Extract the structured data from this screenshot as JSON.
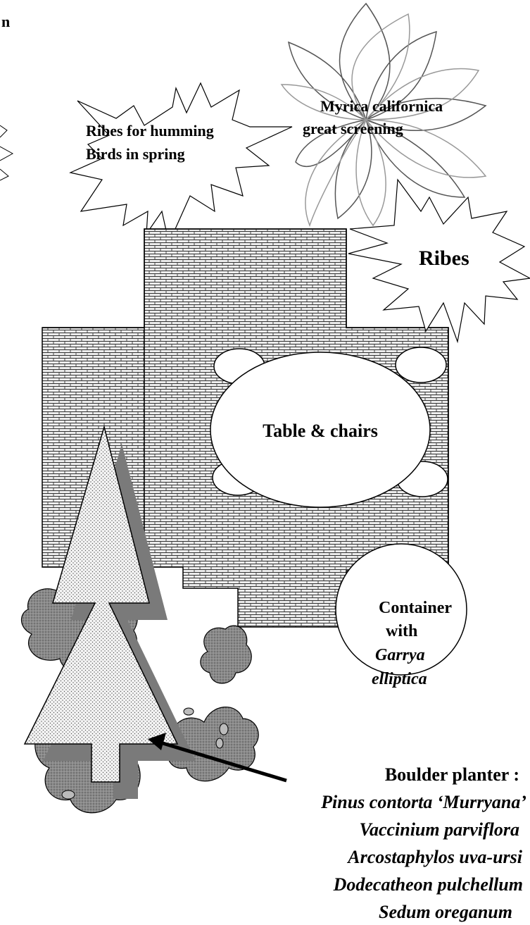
{
  "labels": {
    "corner_fragment": "n",
    "ribes_hummingbirds": [
      "Ribes for humming",
      "Birds in spring"
    ],
    "myrica": [
      "Myrica californica",
      "great screening"
    ],
    "ribes": "Ribes",
    "table": "Table & chairs",
    "container": [
      "Container",
      "with",
      "Garrya",
      "elliptica"
    ],
    "boulder_title": "Boulder planter :",
    "boulder_plants": [
      "Pinus contorta ‘Murryana’",
      "Vaccinium parviflora",
      "Arcostaphylos uva-ursi",
      "Dodecatheon pulchellum",
      "Sedum oreganum"
    ]
  },
  "colors": {
    "background": "#ffffff",
    "outline": "#000000",
    "brick_fill": "#ededed",
    "shrub_fill": "#8a8a8a",
    "tree_fill": "#f2f2f2",
    "tree_shadow": "#7a7a7a",
    "petal_outline": "#999999"
  },
  "icons": [
    "starburst-shape",
    "flower-shape",
    "tree-shape",
    "shrub-shape",
    "arrow-shape"
  ]
}
